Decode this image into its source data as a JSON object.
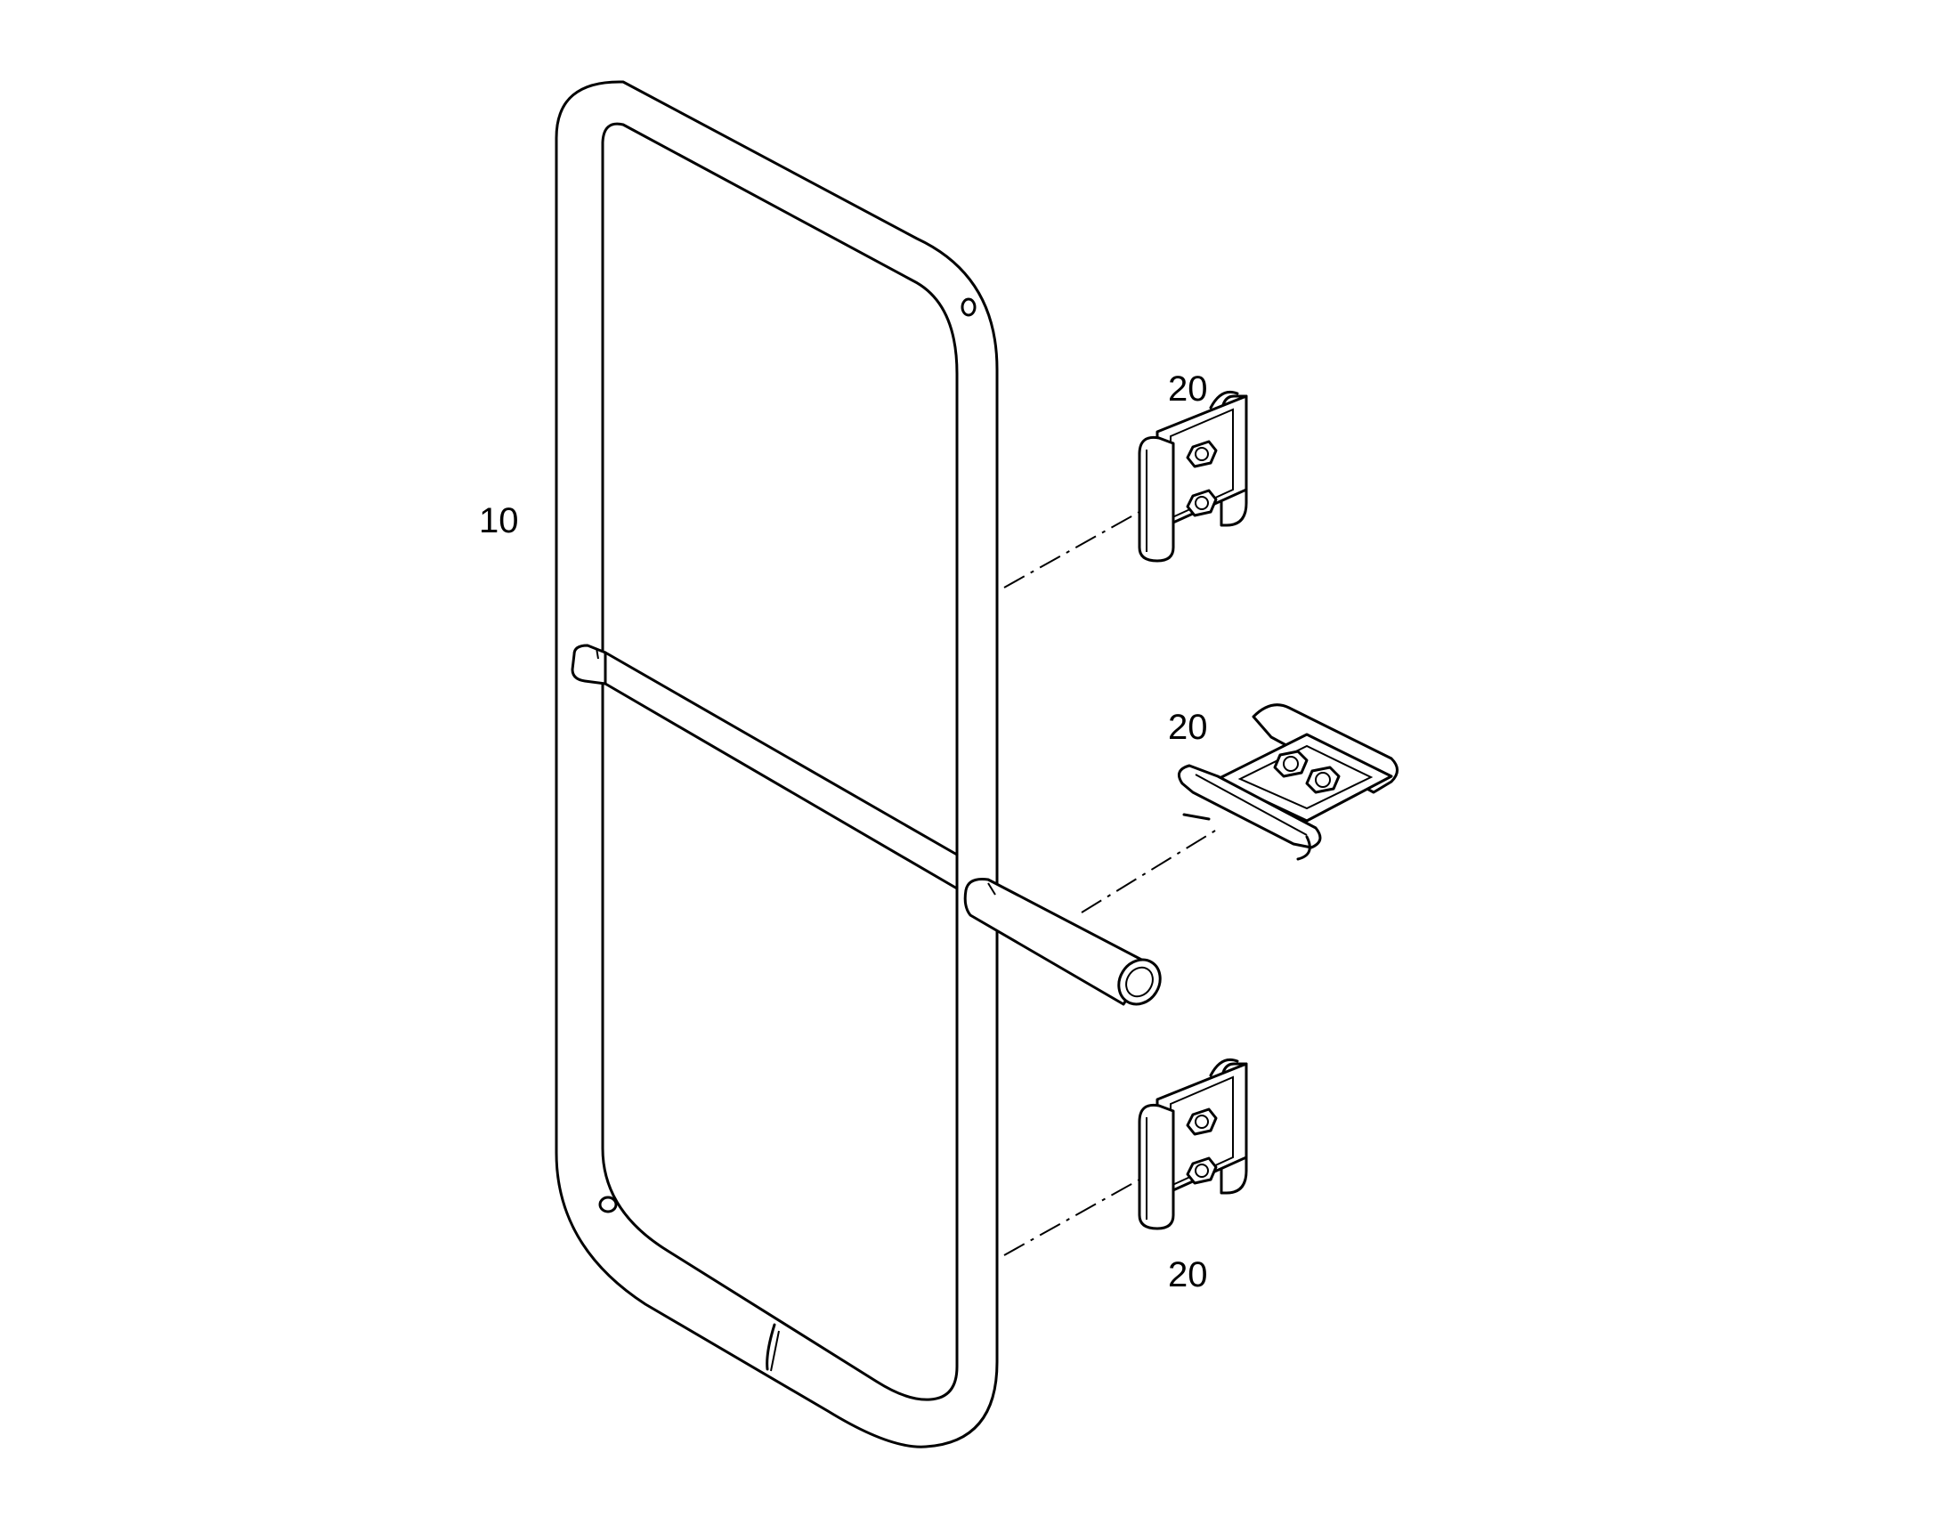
{
  "callouts": {
    "frame": "10",
    "clamp_top": "20",
    "clamp_middle": "20",
    "clamp_bottom": "20"
  }
}
